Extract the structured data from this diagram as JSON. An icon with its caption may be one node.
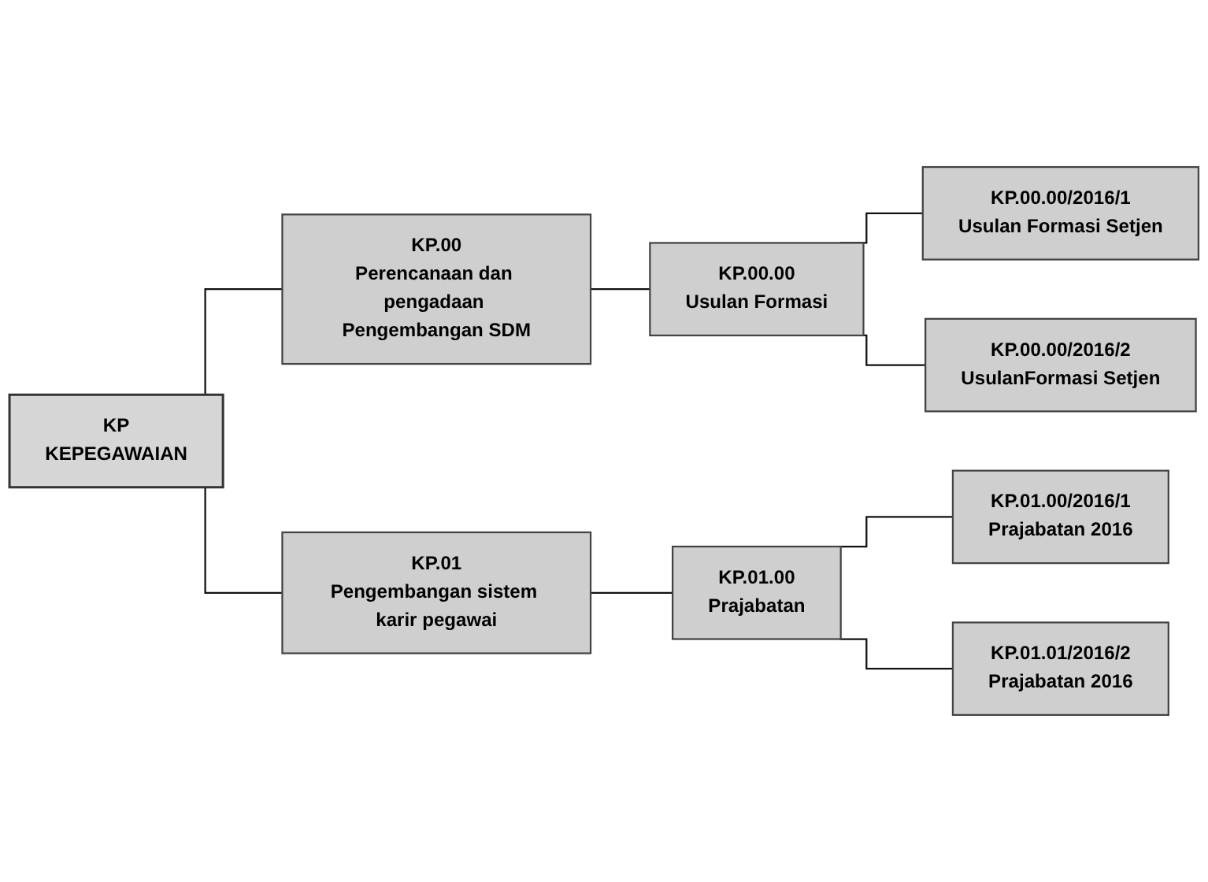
{
  "diagram": {
    "nodes": [
      {
        "text": [
          "KP",
          "KEPEGAWAIAN"
        ]
      },
      {
        "text": [
          "KP.00",
          "Perencanaan dan pengadaan Pengembangan SDM"
        ]
      },
      {
        "text": [
          "KP.00.00",
          "Usulan Formasi"
        ]
      },
      {
        "text": [
          "KP.00.00/2016/1",
          "Usulan Formasi Setjen"
        ]
      },
      {
        "text": [
          "KP.00.00/2016/2",
          "UsulanFormasi Setjen"
        ]
      },
      {
        "text": [
          "KP.01",
          "Pengembangan sistem karir pegawai"
        ]
      },
      {
        "text": [
          "KP.01.00",
          "Prajabatan"
        ]
      },
      {
        "text": [
          "KP.01.00/2016/1",
          "Prajabatan 2016"
        ]
      },
      {
        "text": [
          "KP.01.01/2016/2",
          "Prajabatan 2016"
        ]
      }
    ],
    "edges": [
      {
        "from": 0,
        "to": 1,
        "arrow": "none"
      },
      {
        "from": 0,
        "to": 5,
        "arrow": "none"
      },
      {
        "from": 1,
        "to": 2,
        "arrow": "none"
      },
      {
        "from": 2,
        "to": 3,
        "arrow": "none"
      },
      {
        "from": 2,
        "to": 4,
        "arrow": "none"
      },
      {
        "from": 5,
        "to": 6,
        "arrow": "none"
      },
      {
        "from": 6,
        "to": 7,
        "arrow": "none"
      },
      {
        "from": 6,
        "to": 8,
        "arrow": "none"
      }
    ]
  }
}
